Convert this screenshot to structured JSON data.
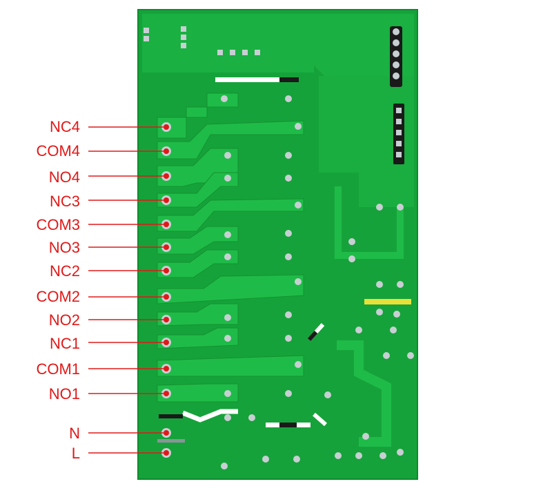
{
  "colors": {
    "board": "#16a23a",
    "board_edge": "#0f8a2e",
    "trace": "#1fbb48",
    "pad": "#c8cfd3",
    "pad_dark": "#8a9499",
    "label_red": "#e01818",
    "silk_yellow": "#e8e03a",
    "silk_white": "#ffffff",
    "header_black": "#1a1a1a"
  },
  "terminals": [
    {
      "id": "nc4",
      "label": "NC4"
    },
    {
      "id": "com4",
      "label": "COM4"
    },
    {
      "id": "no4",
      "label": "NO4"
    },
    {
      "id": "nc3",
      "label": "NC3"
    },
    {
      "id": "com3",
      "label": "COM3"
    },
    {
      "id": "no3",
      "label": "NO3"
    },
    {
      "id": "nc2",
      "label": "NC2"
    },
    {
      "id": "com2",
      "label": "COM2"
    },
    {
      "id": "no2",
      "label": "NO2"
    },
    {
      "id": "nc1",
      "label": "NC1"
    },
    {
      "id": "com1",
      "label": "COM1"
    },
    {
      "id": "no1",
      "label": "NO1"
    },
    {
      "id": "n",
      "label": "N"
    },
    {
      "id": "l",
      "label": "L"
    }
  ]
}
